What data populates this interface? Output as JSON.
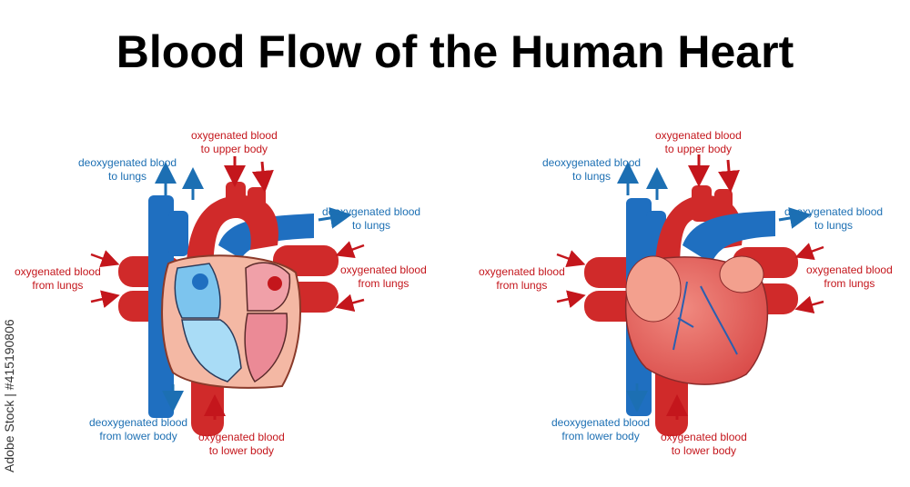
{
  "title": "Blood Flow of the Human Heart",
  "watermark_text": "Adobe Stock | #415190806",
  "colors": {
    "deoxygenated": "#1c6fb3",
    "oxygenated": "#c4161c",
    "artery_red": "#d52a2a",
    "vein_blue": "#1f6fc0"
  },
  "left_diagram": {
    "view": "cross-section",
    "labels": {
      "top_left": [
        "deoxygenated blood",
        "to lungs"
      ],
      "top_center": [
        "oxygenated blood",
        "to upper body"
      ],
      "right_upper": [
        "deoxygenated blood",
        "to lungs"
      ],
      "left_middle": [
        "oxygenated blood",
        "from lungs"
      ],
      "right_middle": [
        "oxygenated blood",
        "from lungs"
      ],
      "bottom_left": [
        "deoxygenated blood",
        "from lower body"
      ],
      "bottom_right": [
        "oxygenated blood",
        "to lower body"
      ]
    }
  },
  "right_diagram": {
    "view": "external",
    "labels": {
      "top_left": [
        "deoxygenated blood",
        "to lungs"
      ],
      "top_center": [
        "oxygenated blood",
        "to upper body"
      ],
      "right_upper": [
        "deoxygenated blood",
        "to lungs"
      ],
      "left_middle": [
        "oxygenated blood",
        "from lungs"
      ],
      "right_middle": [
        "oxygenated blood",
        "from lungs"
      ],
      "bottom_left": [
        "deoxygenated blood",
        "from lower body"
      ],
      "bottom_right": [
        "oxygenated blood",
        "to lower body"
      ]
    }
  }
}
